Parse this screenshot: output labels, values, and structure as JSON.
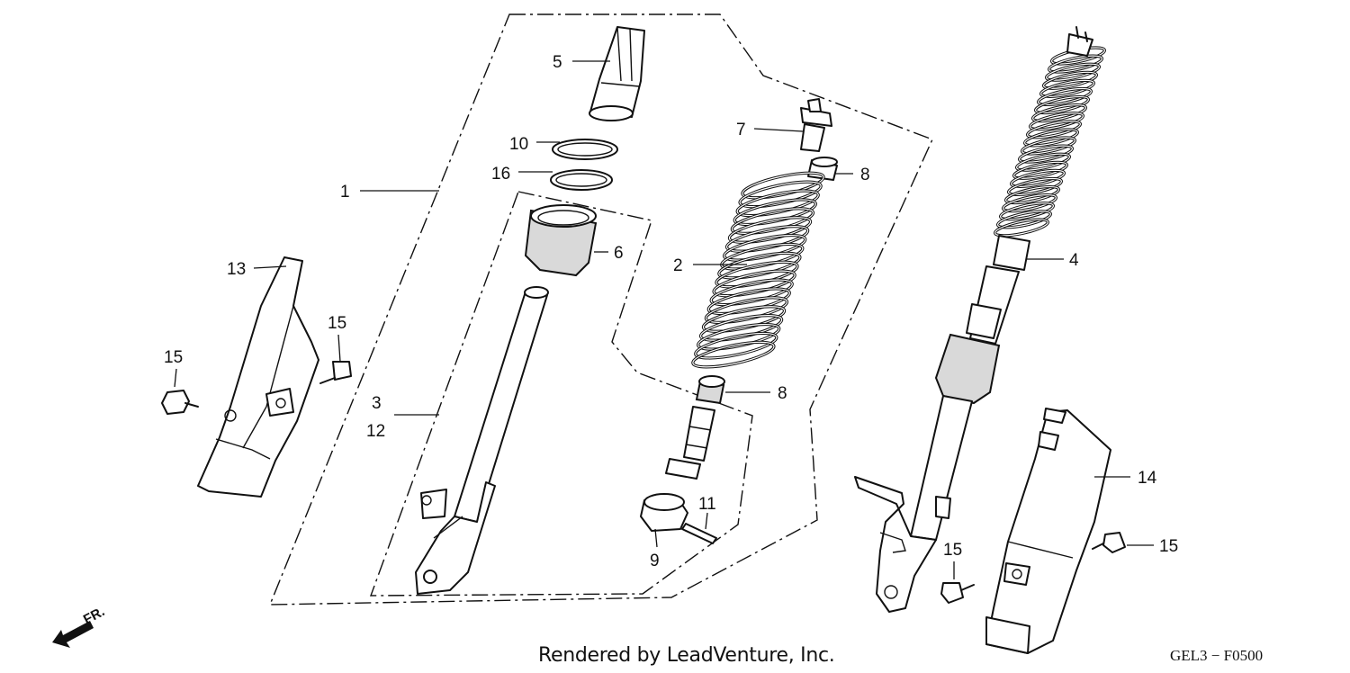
{
  "callouts": {
    "c1": "1",
    "c2": "2",
    "c3": "3",
    "c4": "4",
    "c5": "5",
    "c6": "6",
    "c7": "7",
    "c8a": "8",
    "c8b": "8",
    "c9": "9",
    "c10": "10",
    "c11": "11",
    "c12": "12",
    "c13": "13",
    "c14": "14",
    "c15a": "15",
    "c15b": "15",
    "c15c": "15",
    "c15d": "15",
    "c16": "16"
  },
  "direction_label": "FR.",
  "footer": {
    "credit": "Rendered by LeadVenture, Inc.",
    "diagram_code": "GEL3 − F0500"
  },
  "icons": [
    "arrow-front-icon"
  ]
}
